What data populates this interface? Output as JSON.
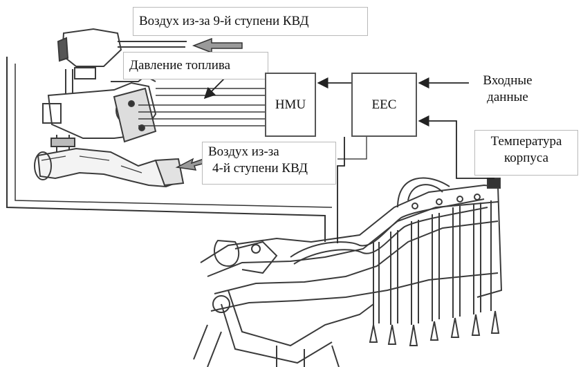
{
  "labels": {
    "air_stage9": "Воздух из-за 9-й ступени КВД",
    "fuel_pressure": "Давление топлива",
    "air_stage4_line1": "Воздух из-за",
    "air_stage4_line2": "4-й ступени КВД",
    "input_data_line1": "Входные",
    "input_data_line2": "данные",
    "case_temp_line1": "Температура",
    "case_temp_line2": "корпуса"
  },
  "blocks": {
    "hmu": "HMU",
    "eec": "EEC"
  },
  "colors": {
    "line": "#333333",
    "drawing": "#3a3a3a",
    "arrow_fill": "#9a9a9a"
  }
}
